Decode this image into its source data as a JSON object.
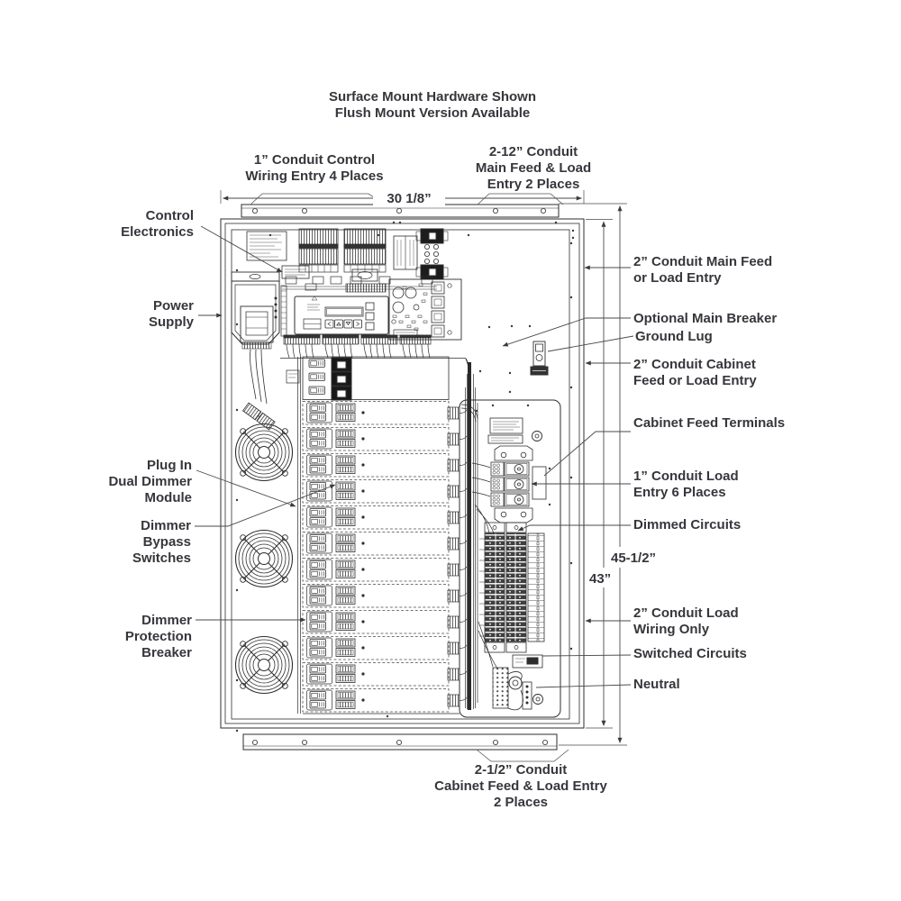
{
  "title": {
    "text": "Surface Mount Hardware Shown\nFlush Mount Version Available"
  },
  "callouts": {
    "top_left": {
      "text": "1” Conduit Control\nWiring Entry 4 Places"
    },
    "top_right": {
      "text": "2-12” Conduit\nMain Feed & Load\nEntry 2 Places"
    },
    "bottom": {
      "text": "2-1/2” Conduit\nCabinet Feed & Load Entry\n2 Places"
    },
    "left": [
      {
        "id": "control-electronics",
        "text": "Control\nElectronics"
      },
      {
        "id": "power-supply",
        "text": "Power\nSupply"
      },
      {
        "id": "plug-in-dual-dimmer-module",
        "text": "Plug In\nDual Dimmer\nModule"
      },
      {
        "id": "dimmer-bypass-switches",
        "text": "Dimmer\nBypass\nSwitches"
      },
      {
        "id": "dimmer-protection-breaker",
        "text": "Dimmer\nProtection\nBreaker"
      }
    ],
    "right": [
      {
        "id": "conduit-main-feed",
        "text": "2” Conduit Main Feed\nor Load Entry"
      },
      {
        "id": "optional-main-breaker",
        "text": "Optional Main Breaker"
      },
      {
        "id": "ground-lug",
        "text": "Ground Lug"
      },
      {
        "id": "conduit-cabinet-feed",
        "text": "2” Conduit Cabinet\nFeed or Load Entry"
      },
      {
        "id": "cabinet-feed-terminals",
        "text": "Cabinet Feed Terminals"
      },
      {
        "id": "conduit-load-entry",
        "text": "1” Conduit Load\nEntry 6 Places"
      },
      {
        "id": "dimmed-circuits",
        "text": "Dimmed Circuits"
      },
      {
        "id": "conduit-load-wiring",
        "text": "2” Conduit Load\nWiring Only"
      },
      {
        "id": "switched-circuits",
        "text": "Switched Circuits"
      },
      {
        "id": "neutral",
        "text": "Neutral"
      }
    ]
  },
  "dimensions": {
    "width": "30 1/8”",
    "height_outer": "45-1/2”",
    "height_inner": "43”"
  },
  "colors": {
    "line": "#2e2e2e",
    "text": "#36363c",
    "background": "#ffffff"
  }
}
